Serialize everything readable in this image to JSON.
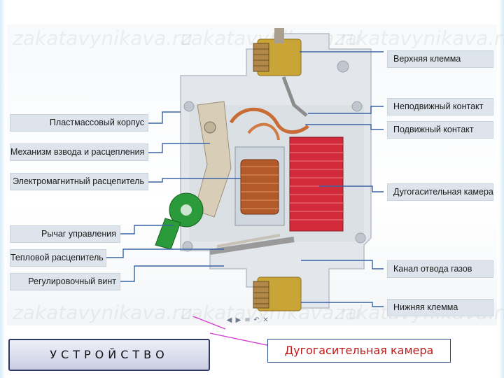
{
  "watermarks": [
    "zakatavynikava.ru",
    "zakatavynikava.ru",
    "zakatavynikava.ru",
    "zakatavynikava.ru",
    "zakatavynikava.ru",
    "zakatavynikava.ru"
  ],
  "labels_left": {
    "plastic_case": "Пластмассовый корпус",
    "cocking_mechanism": "Механизм взвода и расцепления",
    "em_release": "Электромагнитный расцепитель",
    "control_lever": "Рычаг управления",
    "thermal_release": "Тепловой расцепитель",
    "adjusting_screw": "Регулировочный винт"
  },
  "labels_right": {
    "upper_terminal": "Верхняя клемма",
    "fixed_contact": "Неподвижный контакт",
    "moving_contact": "Подвижный контакт",
    "arc_chamber": "Дугогасительная камера",
    "gas_channel": "Канал отвода газов",
    "lower_terminal": "Нижняя клемма"
  },
  "title_button": "УСТРОЙСТВО",
  "caption": "Дугогасительная камера",
  "nav_icons": [
    "prev-arrow-icon",
    "next-arrow-icon",
    "menu-icon",
    "back-icon",
    "close-icon"
  ],
  "colors": {
    "accent_red": "#c01818",
    "arc_chamber": "#d42b3a",
    "lever_green": "#2a9a3a",
    "leader_blue": "#3a63a8",
    "pointer_magenta": "#d23ad0"
  }
}
